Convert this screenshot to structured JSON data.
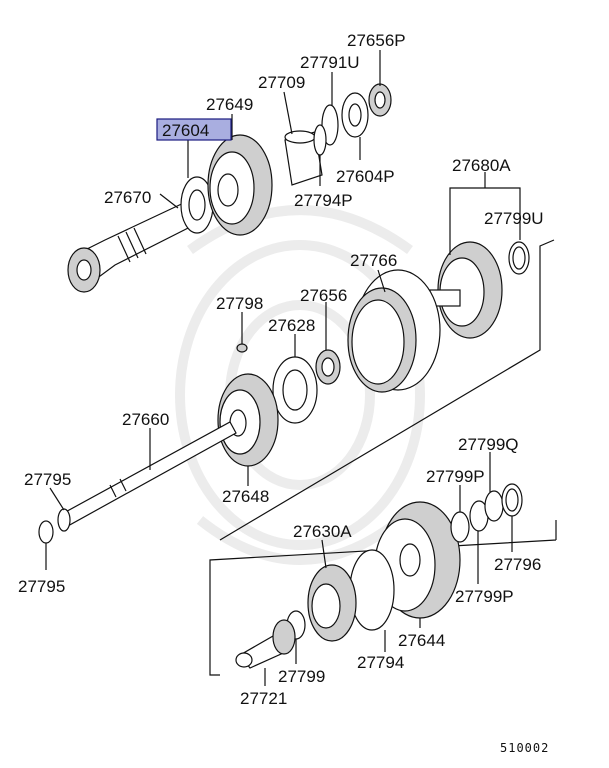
{
  "labels": {
    "p27656P": "27656P",
    "p27791U": "27791U",
    "p27709": "27709",
    "p27649": "27649",
    "p27604": "27604",
    "p27604P": "27604P",
    "p27794P": "27794P",
    "p27670": "27670",
    "p27680A": "27680A",
    "p27799U": "27799U",
    "p27766": "27766",
    "p27798": "27798",
    "p27656": "27656",
    "p27628": "27628",
    "p27660": "27660",
    "p27795a": "27795",
    "p27648": "27648",
    "p27795b": "27795",
    "p27799Q": "27799Q",
    "p27799P": "27799P",
    "p27630A": "27630A",
    "p27796": "27796",
    "p27799P2": "27799P",
    "p27644": "27644",
    "p27799": "27799",
    "p27794": "27794",
    "p27721": "27721"
  },
  "diagram_code": "510002",
  "highlight_color": "#a9aee0"
}
